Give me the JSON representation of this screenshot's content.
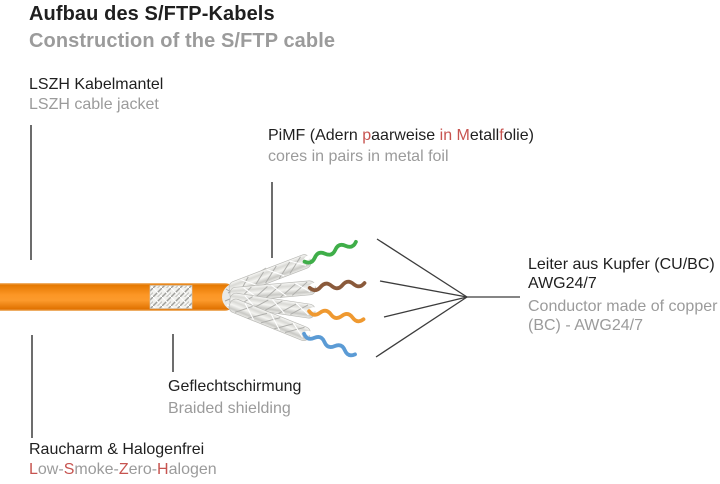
{
  "colors": {
    "text_dark": "#1f1f1f",
    "text_gray": "#9b9b9b",
    "accent_red": "#c75450",
    "jacket_orange": "#fb9210",
    "jacket_edge_dark": "#e07200",
    "braid_silver": "#f1f1ee",
    "foil_silver": "#e9e9e6",
    "pair_green": "#3fae49",
    "pair_brown": "#8a5a3b",
    "pair_orange": "#ef9930",
    "pair_blue": "#5b9bd5",
    "line_dark": "#3c3c3c",
    "wire_white": "#ffffff"
  },
  "header": {
    "title_de": "Aufbau des S/FTP-Kabels",
    "title_en": "Construction of the S/FTP cable"
  },
  "labels": {
    "jacket": {
      "de": "LSZH Kabelmantel",
      "en": "LSZH cable jacket"
    },
    "pimf": {
      "de_parts": {
        "p1": "PiMF (Adern ",
        "p2": "p",
        "p3": "aarweise ",
        "p4": "in",
        "p5": " ",
        "p6": "M",
        "p7": "etall",
        "p8": "f",
        "p9": "olie)"
      },
      "en": "cores in pairs in metal foil"
    },
    "conductor": {
      "de_line1": "Leiter aus Kupfer (CU/BC)",
      "de_line2": "AWG24/7",
      "en_line1": "Conductor made of copper",
      "en_line2": "(BC) - AWG24/7"
    },
    "braid": {
      "de": "Geflechtschirmung",
      "en": "Braided shielding"
    },
    "lszh": {
      "de": "Raucharm & Halogenfrei",
      "en_parts": {
        "p1": "L",
        "p2": "ow-",
        "p3": "S",
        "p4": "moke-",
        "p5": "Z",
        "p6": "ero-",
        "p7": "H",
        "p8": "alogen"
      }
    }
  }
}
